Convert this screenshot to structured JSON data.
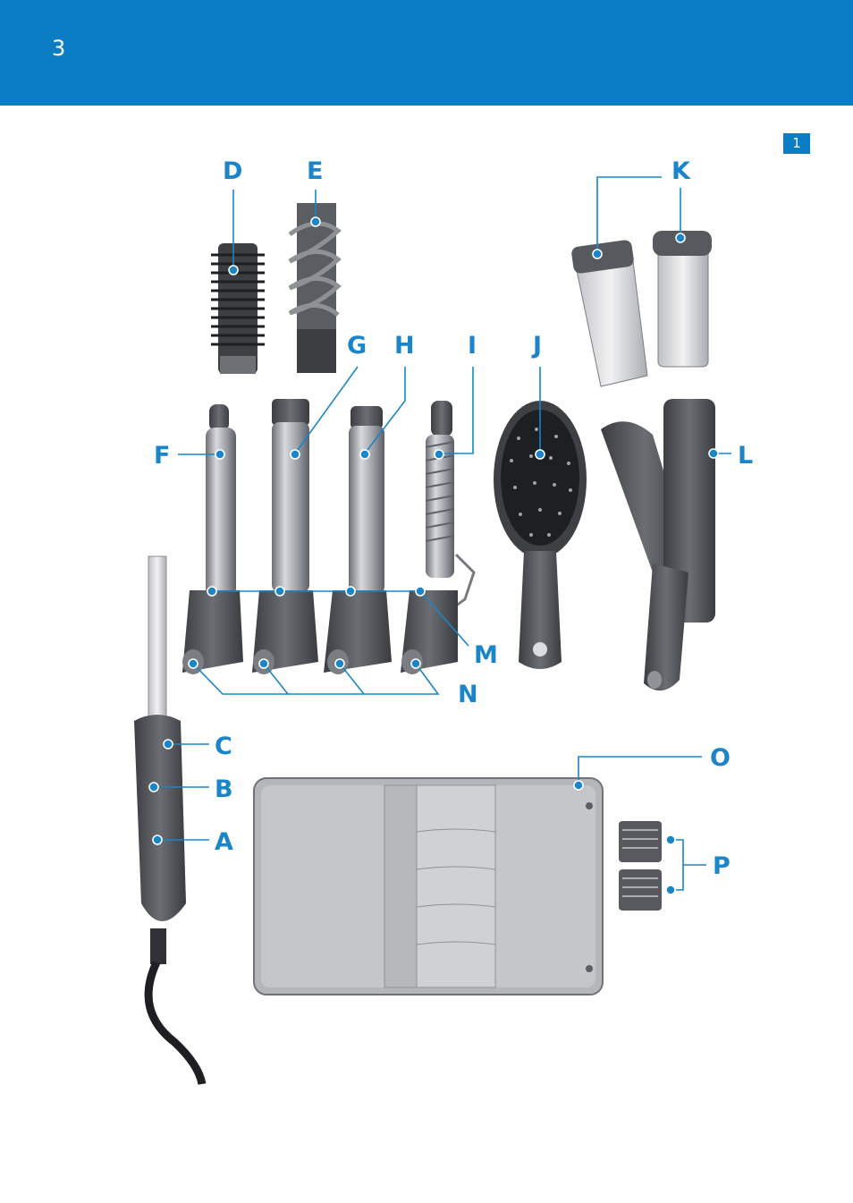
{
  "header": {
    "page_number": "3",
    "color": "#0a7dc5"
  },
  "figure": {
    "number": "1"
  },
  "labels": {
    "A": "A",
    "B": "B",
    "C": "C",
    "D": "D",
    "E": "E",
    "F": "F",
    "G": "G",
    "H": "H",
    "I": "I",
    "J": "J",
    "K": "K",
    "L": "L",
    "M": "M",
    "N": "N",
    "O": "O",
    "P": "P"
  },
  "colors": {
    "accent": "#1a85c8",
    "device_dark": "#4a4d52",
    "device_mid": "#8a8d93",
    "device_light": "#d9dadc"
  }
}
